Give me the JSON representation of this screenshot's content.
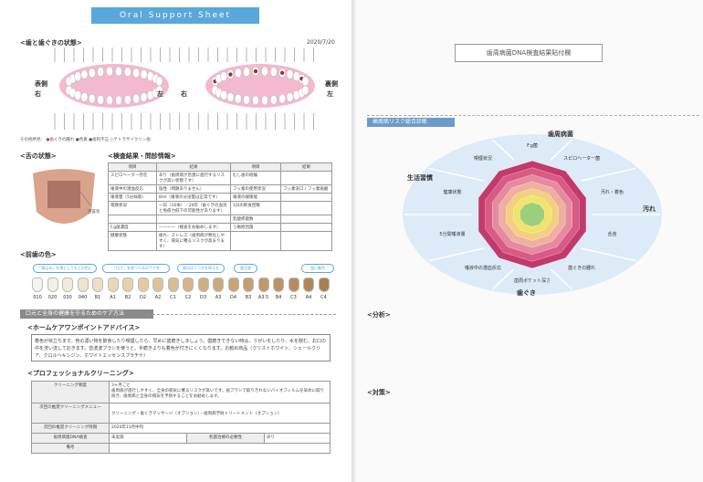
{
  "header": {
    "title": "Oral Support Sheet",
    "date": "2020/7/20"
  },
  "teeth": {
    "section": "<歯と歯ぐきの状態>",
    "labels": {
      "outer": "表側",
      "inner": "裏側",
      "right": "右",
      "left": "左"
    },
    "legend_prefix": "その他所見：",
    "legend": [
      "歯ぐきの腫れ",
      "色素",
      "歯列不正",
      "テトラサイクリン歯"
    ]
  },
  "tongue": {
    "section": "<舌の状態>",
    "label": "舌苔有"
  },
  "exam": {
    "section": "<検査結果・問診情報>",
    "head": [
      "項目",
      "結果",
      "項目",
      "結果"
    ],
    "rows": [
      [
        "スピロヘーター存在",
        "あり（歯周病が急激に進行するリスクが高い状態です）",
        "むし歯の経験",
        ""
      ],
      [
        "唾液中の潜血反応",
        "陰性（問題ありません）",
        "フッ素の使用状況",
        "フッ素洗口 / フッ素歯磨"
      ],
      [
        "唾液量（5分採取）",
        "8ml（唾液の分泌量は正常です）",
        "唾液の緩衝能",
        ""
      ],
      [
        "喫煙状況",
        "一日（16本）／20年（歯ぐきの血流と免疫力低下の可能性があります）",
        "1日の飲食回数",
        ""
      ],
      [
        "",
        "",
        "乳酸桿菌数",
        ""
      ],
      [
        "F.g菌濃度",
        "————（検査をお勧めします）",
        "う蝕原因菌",
        ""
      ],
      [
        "健康状態",
        "疲れ、ストレス（歯周病が悪化しやすく、病気に罹るリスクが高まります）",
        "",
        ""
      ]
    ]
  },
  "shade": {
    "section": "<前歯の色>",
    "groups": [
      "「黄ばみ」を落としてもとの色に",
      "「白さ」を保つためのケアを",
      "歯のばらつきを抑える",
      "要注意",
      "強い着色"
    ],
    "codes": [
      "010",
      "020",
      "030",
      "040",
      "B1",
      "A1",
      "B2",
      "D2",
      "A2",
      "C1",
      "C2",
      "D3",
      "A3",
      "D4",
      "B3",
      "A3.5",
      "B4",
      "C3",
      "A4",
      "C4"
    ]
  },
  "care_bar": "口元と全身の健康を守るためのケア方法",
  "home": {
    "section": "<ホームケアワンポイントアドバイス>",
    "text": "着色が目立ちます。色の濃い物を飲食したり喫煙したら、早めに歯磨きしましょう。歯磨きできない時は、うがいをしたり、水を飲む、お口の中を洗い流しておきます。音波波ブラシを使うと、手磨きよりも着色が付きにくくなります。お勧め商品（クリストホワイト、シェールクリア、クロルヘキシジン、ホワイトエッセンスプラチナ）"
  },
  "pro": {
    "section": "<プロフェッショナルクリーニング>",
    "freq_label": "クリーニング頻度",
    "freq_value": "3ヶ月ごと",
    "freq_note": "歯周病が進行しやすく、全身の病気に罹るリスクが高いです。歯ブラシで取りきれないバイオフィルムを早めに取り除き、歯周病と全身の病気を予防することをお勧めします。",
    "menu_label": "次回の推奨クリーニングメニュー",
    "menu_value": "クリーニング・歯ぐきマッサージ（オプション）・歯周病予防トリートメント（オプション）",
    "time_label": "次回の推奨クリーニング時期",
    "time_value": "2020年11月中旬",
    "dna_label": "歯周病菌DNA検査",
    "dna_value": "未実施",
    "need_label": "各菌治療の必要性",
    "need_value": "あり",
    "note_label": "備考"
  },
  "right": {
    "dna_box": "歯周病菌DNA検査結果貼付欄",
    "risk_bar": "歯周病リスク総合診断",
    "axes_top": "歯周病菌",
    "axes_right": "汚れ",
    "axes_bottom": "歯ぐき",
    "axes_left": "生活習慣",
    "radar_labels": [
      "F.g菌",
      "スピロヘーター菌",
      "汚れ・着色",
      "舌苔",
      "歯ぐきの腫れ",
      "歯周ポケット深さ",
      "唾液中の潜血反応",
      "5分間唾液量",
      "健康状態",
      "喫煙状況"
    ],
    "analysis": "<分析>",
    "measures": "<対策>"
  },
  "colors": {
    "accent": "#5aa7dc",
    "bar": "#8a8a8a",
    "gum": "#f2b9cf",
    "radar_outer": "#c23a6b",
    "radar_inner": "#f2e36b"
  }
}
